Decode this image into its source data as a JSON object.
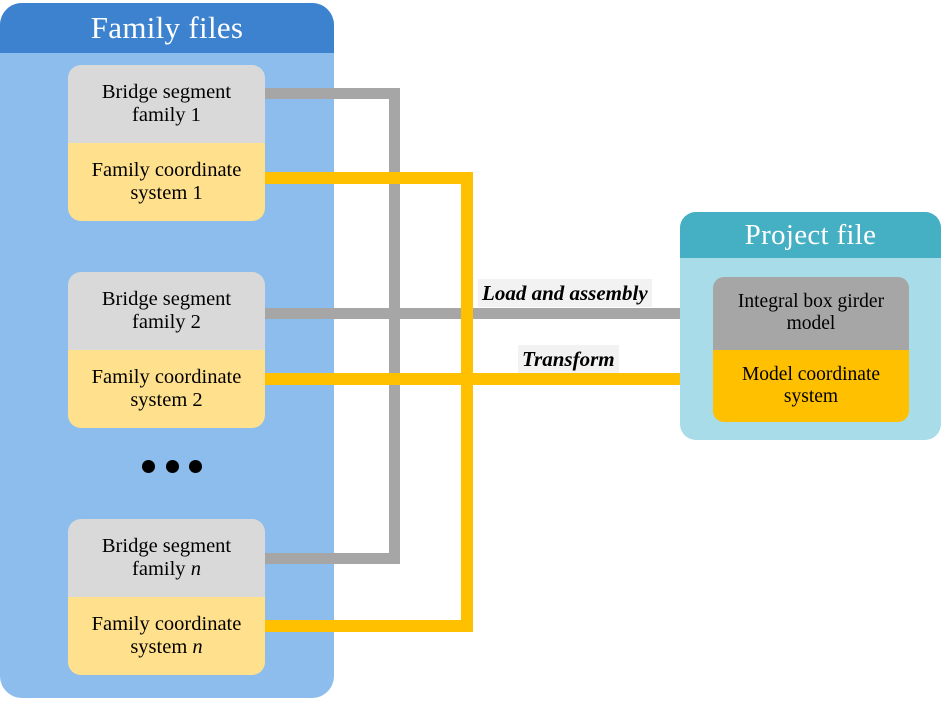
{
  "family_panel": {
    "title": "Family files",
    "header_color": "#3c82ce",
    "body_color": "#8cbdec",
    "cards": [
      {
        "top": "Bridge segment family 1",
        "bottom": "Family coordinate system 1",
        "index": "1"
      },
      {
        "top": "Bridge segment family 2",
        "bottom": "Family coordinate system 2",
        "index": "2"
      },
      {
        "top": "Bridge segment family n",
        "bottom": "Family coordinate system n",
        "index": "n"
      }
    ],
    "card_top_lines": [
      {
        "l1": "Bridge segment",
        "l2": "family 1"
      },
      {
        "l1": "Bridge segment",
        "l2": "family 2"
      },
      {
        "l1": "Bridge segment",
        "l2": "family "
      }
    ],
    "card_bottom_lines": [
      {
        "l1": "Family coordinate",
        "l2": "system 1"
      },
      {
        "l1": "Family coordinate",
        "l2": "system 2"
      },
      {
        "l1": "Family coordinate",
        "l2": "system "
      }
    ],
    "italic_suffix": "n",
    "ellipsis": "•••",
    "card_top_color": "#d9d9d9",
    "card_bottom_color": "#ffe08c"
  },
  "project_panel": {
    "title": "Project file",
    "header_color": "#45afc3",
    "body_color": "#a8dce8",
    "model_card": {
      "top_l1": "Integral box girder",
      "top_l2": "model",
      "bottom_l1": "Model coordinate",
      "bottom_l2": "system",
      "top_color": "#a6a6a6",
      "bottom_color": "#ffc000"
    }
  },
  "arrows": {
    "load_label": "Load and assembly",
    "transform_label": "Transform",
    "gray_color": "#a6a6a6",
    "gold_color": "#ffc000"
  }
}
